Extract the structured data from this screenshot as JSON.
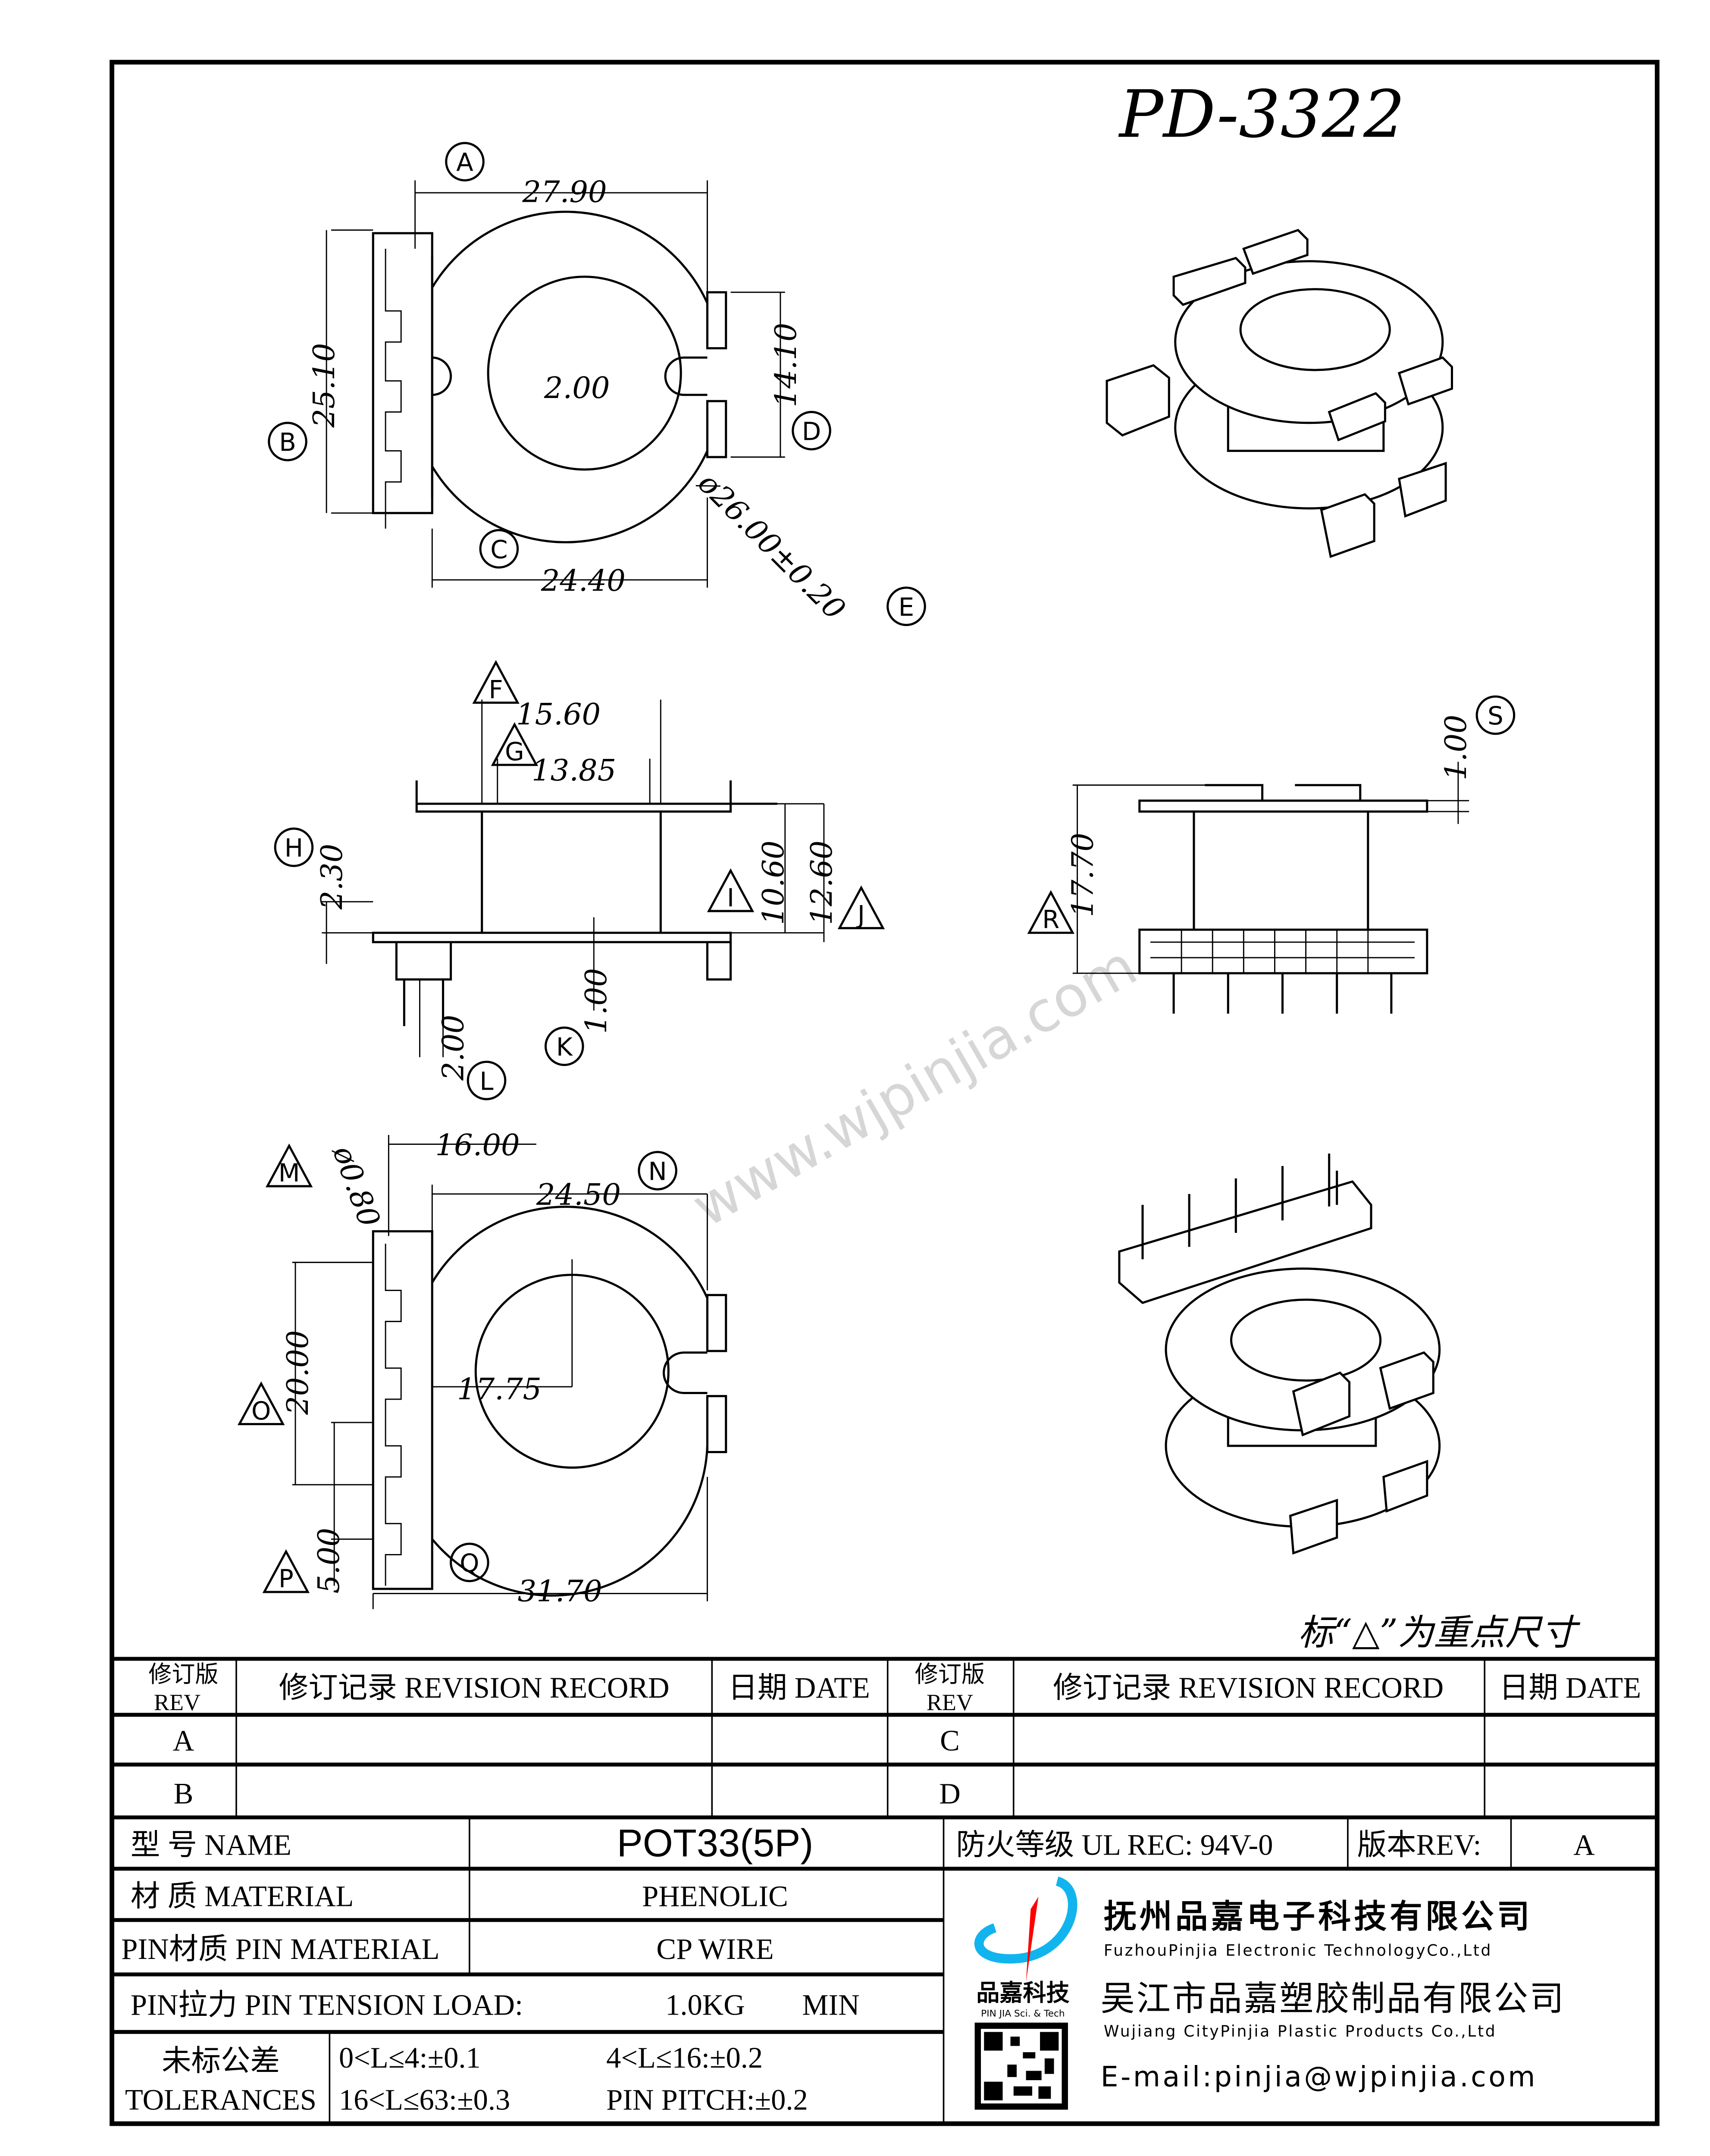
{
  "drawing": {
    "part_number": "PD-3322",
    "watermark": "www.wjpinjia.com",
    "key_dimension_note": "标“△”为重点尺寸",
    "top_view": {
      "dims": {
        "width": "27.90",
        "height": "25.10",
        "slot": "2.00",
        "tab_span": "14.10",
        "base": "24.40",
        "diameter": "ø26.00±0.20"
      },
      "markers": {
        "a": "A",
        "b": "B",
        "c": "C",
        "d": "D",
        "e": "E"
      }
    },
    "side_view": {
      "dims": {
        "f": "15.60",
        "g": "13.85",
        "h": "2.30",
        "i": "10.60",
        "j": "12.60",
        "l": "2.00",
        "k": "1.00"
      },
      "markers": {
        "f": "F",
        "g": "G",
        "h": "H",
        "i": "I",
        "j": "J",
        "k": "K",
        "l": "L"
      }
    },
    "end_view": {
      "dims": {
        "r": "17.70",
        "s": "1.00"
      },
      "markers": {
        "r": "R",
        "s": "S"
      }
    },
    "bottom_view": {
      "dims": {
        "m": "ø0.80",
        "w16": "16.00",
        "n": "24.50",
        "o": "20.00",
        "c": "17.75",
        "p": "5.00",
        "q": "31.70"
      },
      "markers": {
        "m": "M",
        "n": "N",
        "o": "O",
        "p": "P",
        "q": "Q"
      }
    }
  },
  "revision_table": {
    "headers": {
      "rev": [
        "修订版",
        "REV"
      ],
      "record": "修订记录 REVISION RECORD",
      "date": "日期 DATE"
    },
    "rows": [
      {
        "rev": "A",
        "record": "",
        "date": ""
      },
      {
        "rev": "B",
        "record": "",
        "date": ""
      },
      {
        "rev": "C",
        "record": "",
        "date": ""
      },
      {
        "rev": "D",
        "record": "",
        "date": ""
      }
    ]
  },
  "title_block": {
    "name_label": "型 号 NAME",
    "name_value": "POT33(5P)",
    "ul_label": "防火等级 UL REC: 94V-0",
    "rev_label": "版本REV:",
    "rev_value": "A",
    "material_label": "材 质 MATERIAL",
    "material_value": "PHENOLIC",
    "pin_material_label": "PIN材质 PIN MATERIAL",
    "pin_material_value": "CP WIRE",
    "tension_label": "PIN拉力 PIN TENSION LOAD:",
    "tension_value": "1.0KG",
    "tension_unit": "MIN",
    "tolerances_label": [
      "未标公差",
      "TOLERANCES"
    ],
    "tolerances": [
      "0<L≤4:±0.1",
      "4<L≤16:±0.2",
      "16<L≤63:±0.3",
      "PIN PITCH:±0.2"
    ],
    "company": {
      "logo_text": "品嘉科技",
      "logo_sub": "PIN JIA Sci. & Tech",
      "name1_cn": "抚州品嘉电子科技有限公司",
      "name1_en": "FuzhouPinjia Electronic TechnologyCo.,Ltd",
      "name2_cn": "吴江市品嘉塑胶制品有限公司",
      "name2_en": "Wujiang CityPinjia  Plastic Products Co.,Ltd",
      "email": "E-mail:pinjia@wjpinjia.com"
    },
    "colors": {
      "logo_blue": "#12b4ee",
      "logo_red": "#ff0000"
    }
  }
}
